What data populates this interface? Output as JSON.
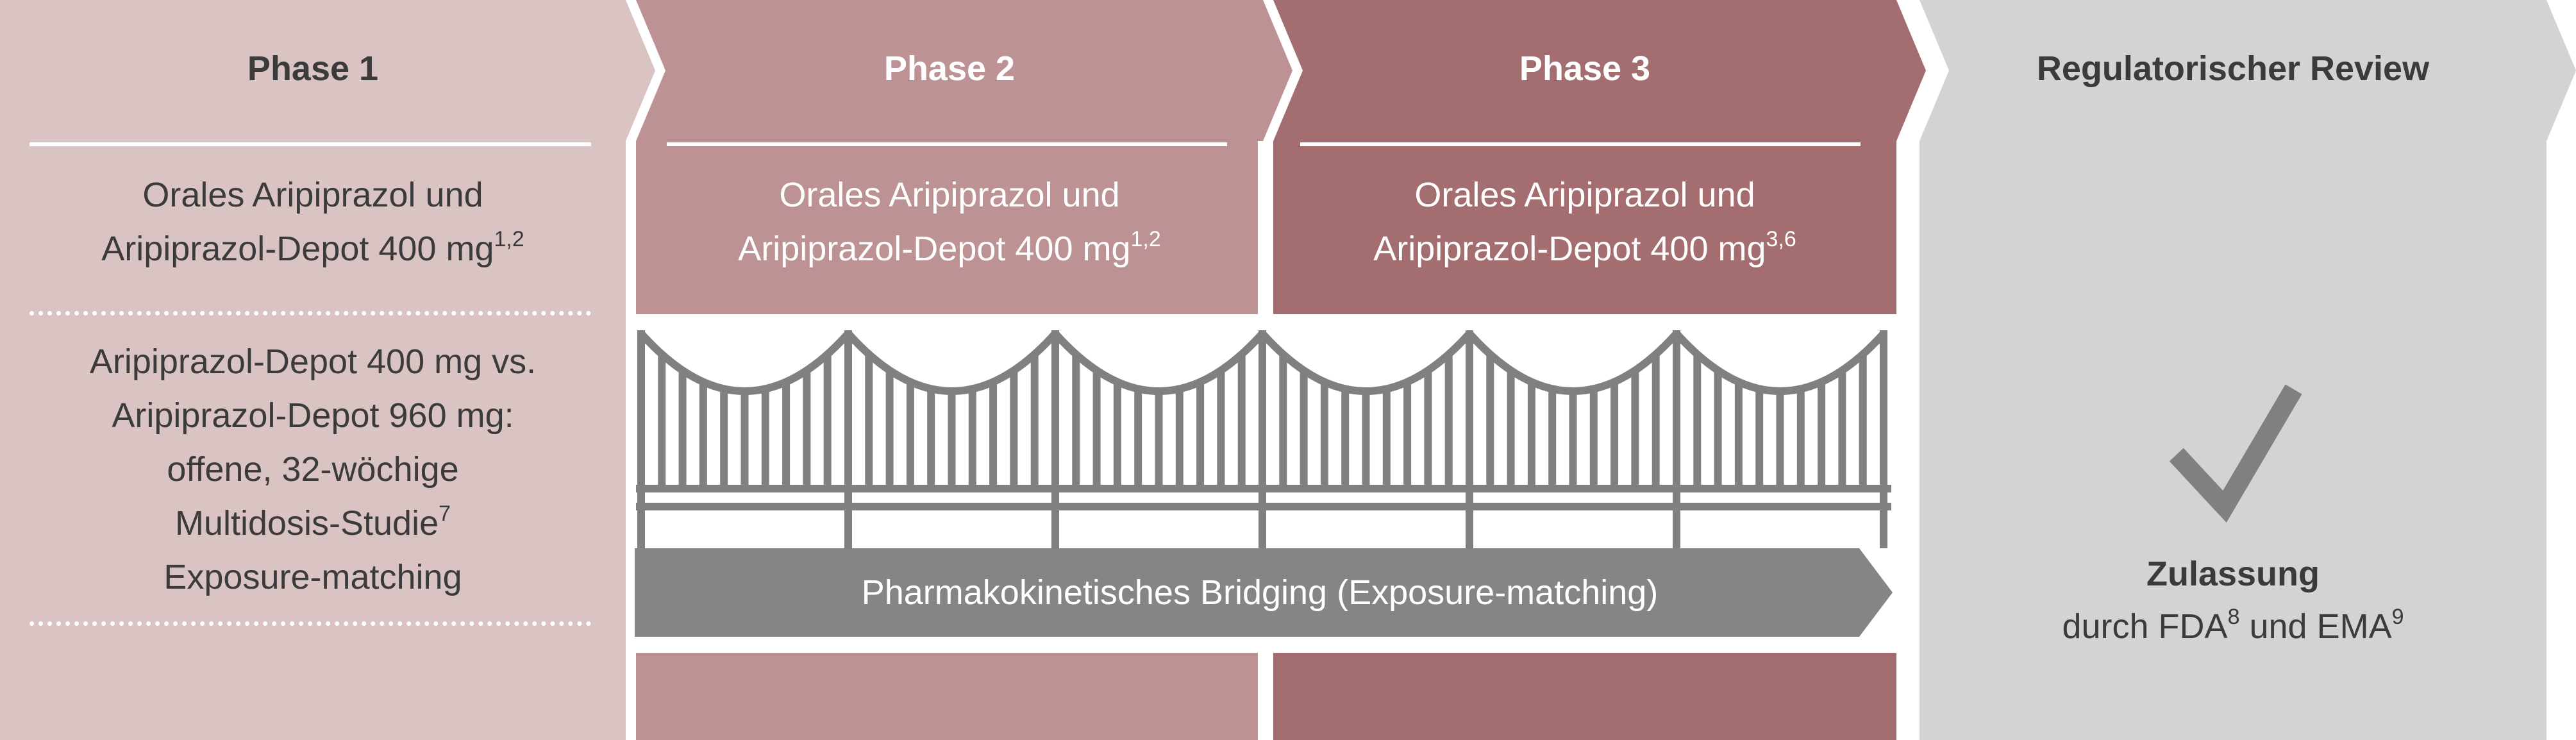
{
  "phase1": {
    "title": "Phase 1",
    "text_line1": "Orales Aripiprazol und",
    "text_line2": "Aripiprazol-Depot 400 mg",
    "text_sup": "1,2",
    "study_line1": "Aripiprazol-Depot 400 mg vs.",
    "study_line2": "Aripiprazol-Depot 960 mg:",
    "study_line3": "offene, 32-wöchige",
    "study_line4": "Multidosis-Studie",
    "study_line4_sup": "7",
    "study_line5": "Exposure-matching"
  },
  "phase2": {
    "title": "Phase 2",
    "text_line1": "Orales Aripiprazol und",
    "text_line2": "Aripiprazol-Depot 400 mg",
    "text_sup": "1,2"
  },
  "phase3": {
    "title": "Phase 3",
    "text_line1": "Orales Aripiprazol und",
    "text_line2": "Aripiprazol-Depot 400 mg",
    "text_sup": "3,6"
  },
  "review": {
    "title": "Regulatorischer Review",
    "approval_title": "Zulassung",
    "approval_prefix": "durch FDA",
    "fda_sup": "8",
    "approval_mid": " und EMA",
    "ema_sup": "9",
    "icon": "checkmark-icon"
  },
  "bridge": {
    "label": "Pharmakokinetisches Bridging (Exposure-matching)",
    "icon": "bridge-railing-icon"
  },
  "colors": {
    "phase1": "#d9c3c3",
    "phase2": "#bc9294",
    "phase3": "#a46e71",
    "review": "#d2d3d5",
    "bridge_arrow": "#838587",
    "railing": "#7e8082",
    "text_dark": "#3b3b3b",
    "text_light": "#ffffff"
  }
}
